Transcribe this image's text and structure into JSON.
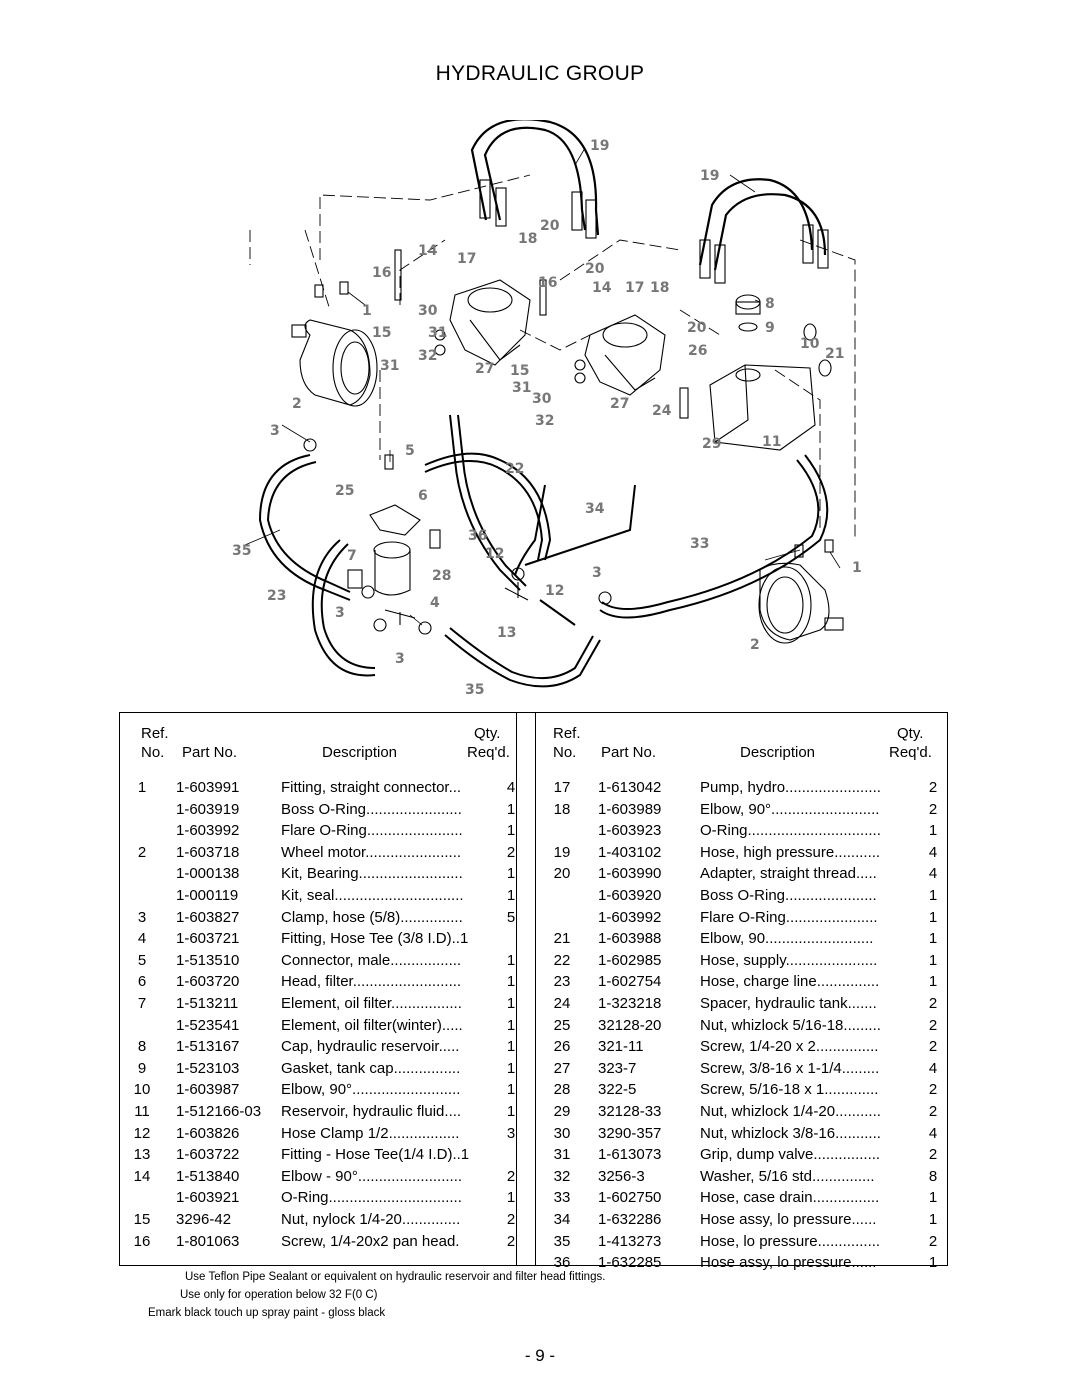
{
  "page": {
    "title": "HYDRAULIC GROUP",
    "page_number": "- 9 -"
  },
  "diagram": {
    "callouts": [
      "1",
      "2",
      "3",
      "4",
      "5",
      "6",
      "7",
      "8",
      "9",
      "10",
      "11",
      "12",
      "13",
      "14",
      "15",
      "16",
      "17",
      "18",
      "19",
      "20",
      "21",
      "22",
      "23",
      "24",
      "25",
      "26",
      "27",
      "28",
      "29",
      "30",
      "31",
      "32",
      "33",
      "34",
      "35",
      "36"
    ]
  },
  "table": {
    "headers": {
      "ref_line1": "Ref.",
      "ref_line2": "No.",
      "part_no": "Part No.",
      "description": "Description",
      "qty_line1": "Qty.",
      "qty_line2": "Req'd."
    },
    "left_rows": [
      {
        "ref": "1",
        "part": "1-603991",
        "desc": "Fitting, straight connector",
        "dots": "...",
        "qty": "4"
      },
      {
        "ref": "",
        "part": "1-603919",
        "desc": "Boss O-Ring",
        "dots": ".......................",
        "qty": "1"
      },
      {
        "ref": "",
        "part": "1-603992",
        "desc": "Flare O-Ring",
        "dots": ".......................",
        "qty": "1"
      },
      {
        "ref": "2",
        "part": "1-603718",
        "desc": "Wheel motor",
        "dots": ".......................",
        "qty": "2"
      },
      {
        "ref": "",
        "part": "1-000138",
        "desc": "Kit, Bearing",
        "dots": ".........................",
        "qty": "1"
      },
      {
        "ref": "",
        "part": "1-000119",
        "desc": "Kit, seal",
        "dots": "...............................",
        "qty": "1"
      },
      {
        "ref": "3",
        "part": "1-603827",
        "desc": "Clamp, hose (5/8)",
        "dots": "...............",
        "qty": "5"
      },
      {
        "ref": "4",
        "part": "1-603721",
        "desc": "Fitting, Hose Tee (3/8 I.D)",
        "dots": "..1",
        "qty": ""
      },
      {
        "ref": "5",
        "part": "1-513510",
        "desc": "Connector, male",
        "dots": ".................",
        "qty": "1"
      },
      {
        "ref": "6",
        "part": "1-603720",
        "desc": "Head, filter",
        "dots": "..........................",
        "qty": "1"
      },
      {
        "ref": "7",
        "part": "1-513211",
        "desc": "Element, oil filter",
        "dots": ".................",
        "qty": "1"
      },
      {
        "ref": "",
        "part": "1-523541",
        "desc": "Element, oil filter(winter)",
        "dots": ".....",
        "qty": "1"
      },
      {
        "ref": "8",
        "part": "1-513167",
        "desc": "Cap, hydraulic reservoir",
        "dots": ".....",
        "qty": "1"
      },
      {
        "ref": "9",
        "part": "1-523103",
        "desc": "Gasket, tank cap",
        "dots": "................",
        "qty": "1"
      },
      {
        "ref": "10",
        "part": "1-603987",
        "desc": "Elbow, 90°",
        "dots": "..........................",
        "qty": "1"
      },
      {
        "ref": "11",
        "part": "1-512166-03",
        "desc": "Reservoir, hydraulic fluid",
        "dots": "....",
        "qty": "1"
      },
      {
        "ref": "12",
        "part": "1-603826",
        "desc": "Hose Clamp 1/2",
        "dots": ".................",
        "qty": "3"
      },
      {
        "ref": "13",
        "part": "1-603722",
        "desc": "Fitting - Hose Tee(1/4 I.D)",
        "dots": "..1",
        "qty": ""
      },
      {
        "ref": "14",
        "part": "1-513840",
        "desc": "Elbow - 90°",
        "dots": ".........................",
        "qty": "2"
      },
      {
        "ref": "",
        "part": "1-603921",
        "desc": "O-Ring",
        "dots": "................................",
        "qty": "1"
      },
      {
        "ref": "15",
        "part": "3296-42",
        "desc": "Nut, nylock 1/4-20",
        "dots": "..............",
        "qty": "2"
      },
      {
        "ref": "16",
        "part": "1-801063",
        "desc": "Screw, 1/4-20x2 pan head",
        "dots": ".",
        "qty": "2"
      }
    ],
    "right_rows": [
      {
        "ref": "17",
        "part": "1-613042",
        "desc": "Pump, hydro",
        "dots": ".......................",
        "qty": "2"
      },
      {
        "ref": "18",
        "part": "1-603989",
        "desc": "Elbow, 90°",
        "dots": "..........................",
        "qty": "2"
      },
      {
        "ref": "",
        "part": "1-603923",
        "desc": "O-Ring",
        "dots": "................................",
        "qty": "1"
      },
      {
        "ref": "19",
        "part": "1-403102",
        "desc": "Hose, high pressure",
        "dots": "...........",
        "qty": "4"
      },
      {
        "ref": "20",
        "part": "1-603990",
        "desc": "Adapter, straight thread",
        "dots": ".....",
        "qty": "4"
      },
      {
        "ref": "",
        "part": "1-603920",
        "desc": "Boss O-Ring",
        "dots": "......................",
        "qty": "1"
      },
      {
        "ref": "",
        "part": "1-603992",
        "desc": "Flare O-Ring",
        "dots": "......................",
        "qty": "1"
      },
      {
        "ref": "21",
        "part": "1-603988",
        "desc": "Elbow, 90",
        "dots": "..........................",
        "qty": "1"
      },
      {
        "ref": "22",
        "part": "1-602985",
        "desc": "Hose, supply",
        "dots": "......................",
        "qty": "1"
      },
      {
        "ref": "23",
        "part": "1-602754",
        "desc": "Hose, charge line",
        "dots": "...............",
        "qty": "1"
      },
      {
        "ref": "24",
        "part": "1-323218",
        "desc": "Spacer, hydraulic tank",
        "dots": ".......",
        "qty": "2"
      },
      {
        "ref": "25",
        "part": "32128-20",
        "desc": "Nut, whizlock 5/16-18",
        "dots": ".........",
        "qty": "2"
      },
      {
        "ref": "26",
        "part": "321-11",
        "desc": "Screw, 1/4-20 x 2",
        "dots": "...............",
        "qty": "2"
      },
      {
        "ref": "27",
        "part": "323-7",
        "desc": "Screw, 3/8-16 x 1-1/4",
        "dots": ".........",
        "qty": "4"
      },
      {
        "ref": "28",
        "part": "322-5",
        "desc": "Screw, 5/16-18 x 1",
        "dots": ".............",
        "qty": "2"
      },
      {
        "ref": "29",
        "part": "32128-33",
        "desc": "Nut, whizlock 1/4-20",
        "dots": "...........",
        "qty": "2"
      },
      {
        "ref": "30",
        "part": "3290-357",
        "desc": "Nut, whizlock 3/8-16",
        "dots": "...........",
        "qty": "4"
      },
      {
        "ref": "31",
        "part": "1-613073",
        "desc": "Grip, dump valve",
        "dots": "................",
        "qty": "2"
      },
      {
        "ref": "32",
        "part": "3256-3",
        "desc": "Washer, 5/16 std",
        "dots": "...............",
        "qty": "8"
      },
      {
        "ref": "33",
        "part": "1-602750",
        "desc": "Hose, case drain",
        "dots": "................",
        "qty": "1"
      },
      {
        "ref": "34",
        "part": "1-632286",
        "desc": "Hose assy, lo pressure",
        "dots": "......",
        "qty": "1"
      },
      {
        "ref": "35",
        "part": "1-413273",
        "desc": "Hose, lo pressure",
        "dots": "...............",
        "qty": "2"
      },
      {
        "ref": "36",
        "part": "1-632285",
        "desc": "Hose assy, lo pressure",
        "dots": "......",
        "qty": "1"
      }
    ]
  },
  "notes": {
    "line1": "Use Teflon Pipe Sealant or equivalent on hydraulic reservoir and filter head fittings.",
    "line2": "Use only for operation below 32 F(0  C)",
    "line3": "Emark black touch up spray paint - gloss black"
  }
}
